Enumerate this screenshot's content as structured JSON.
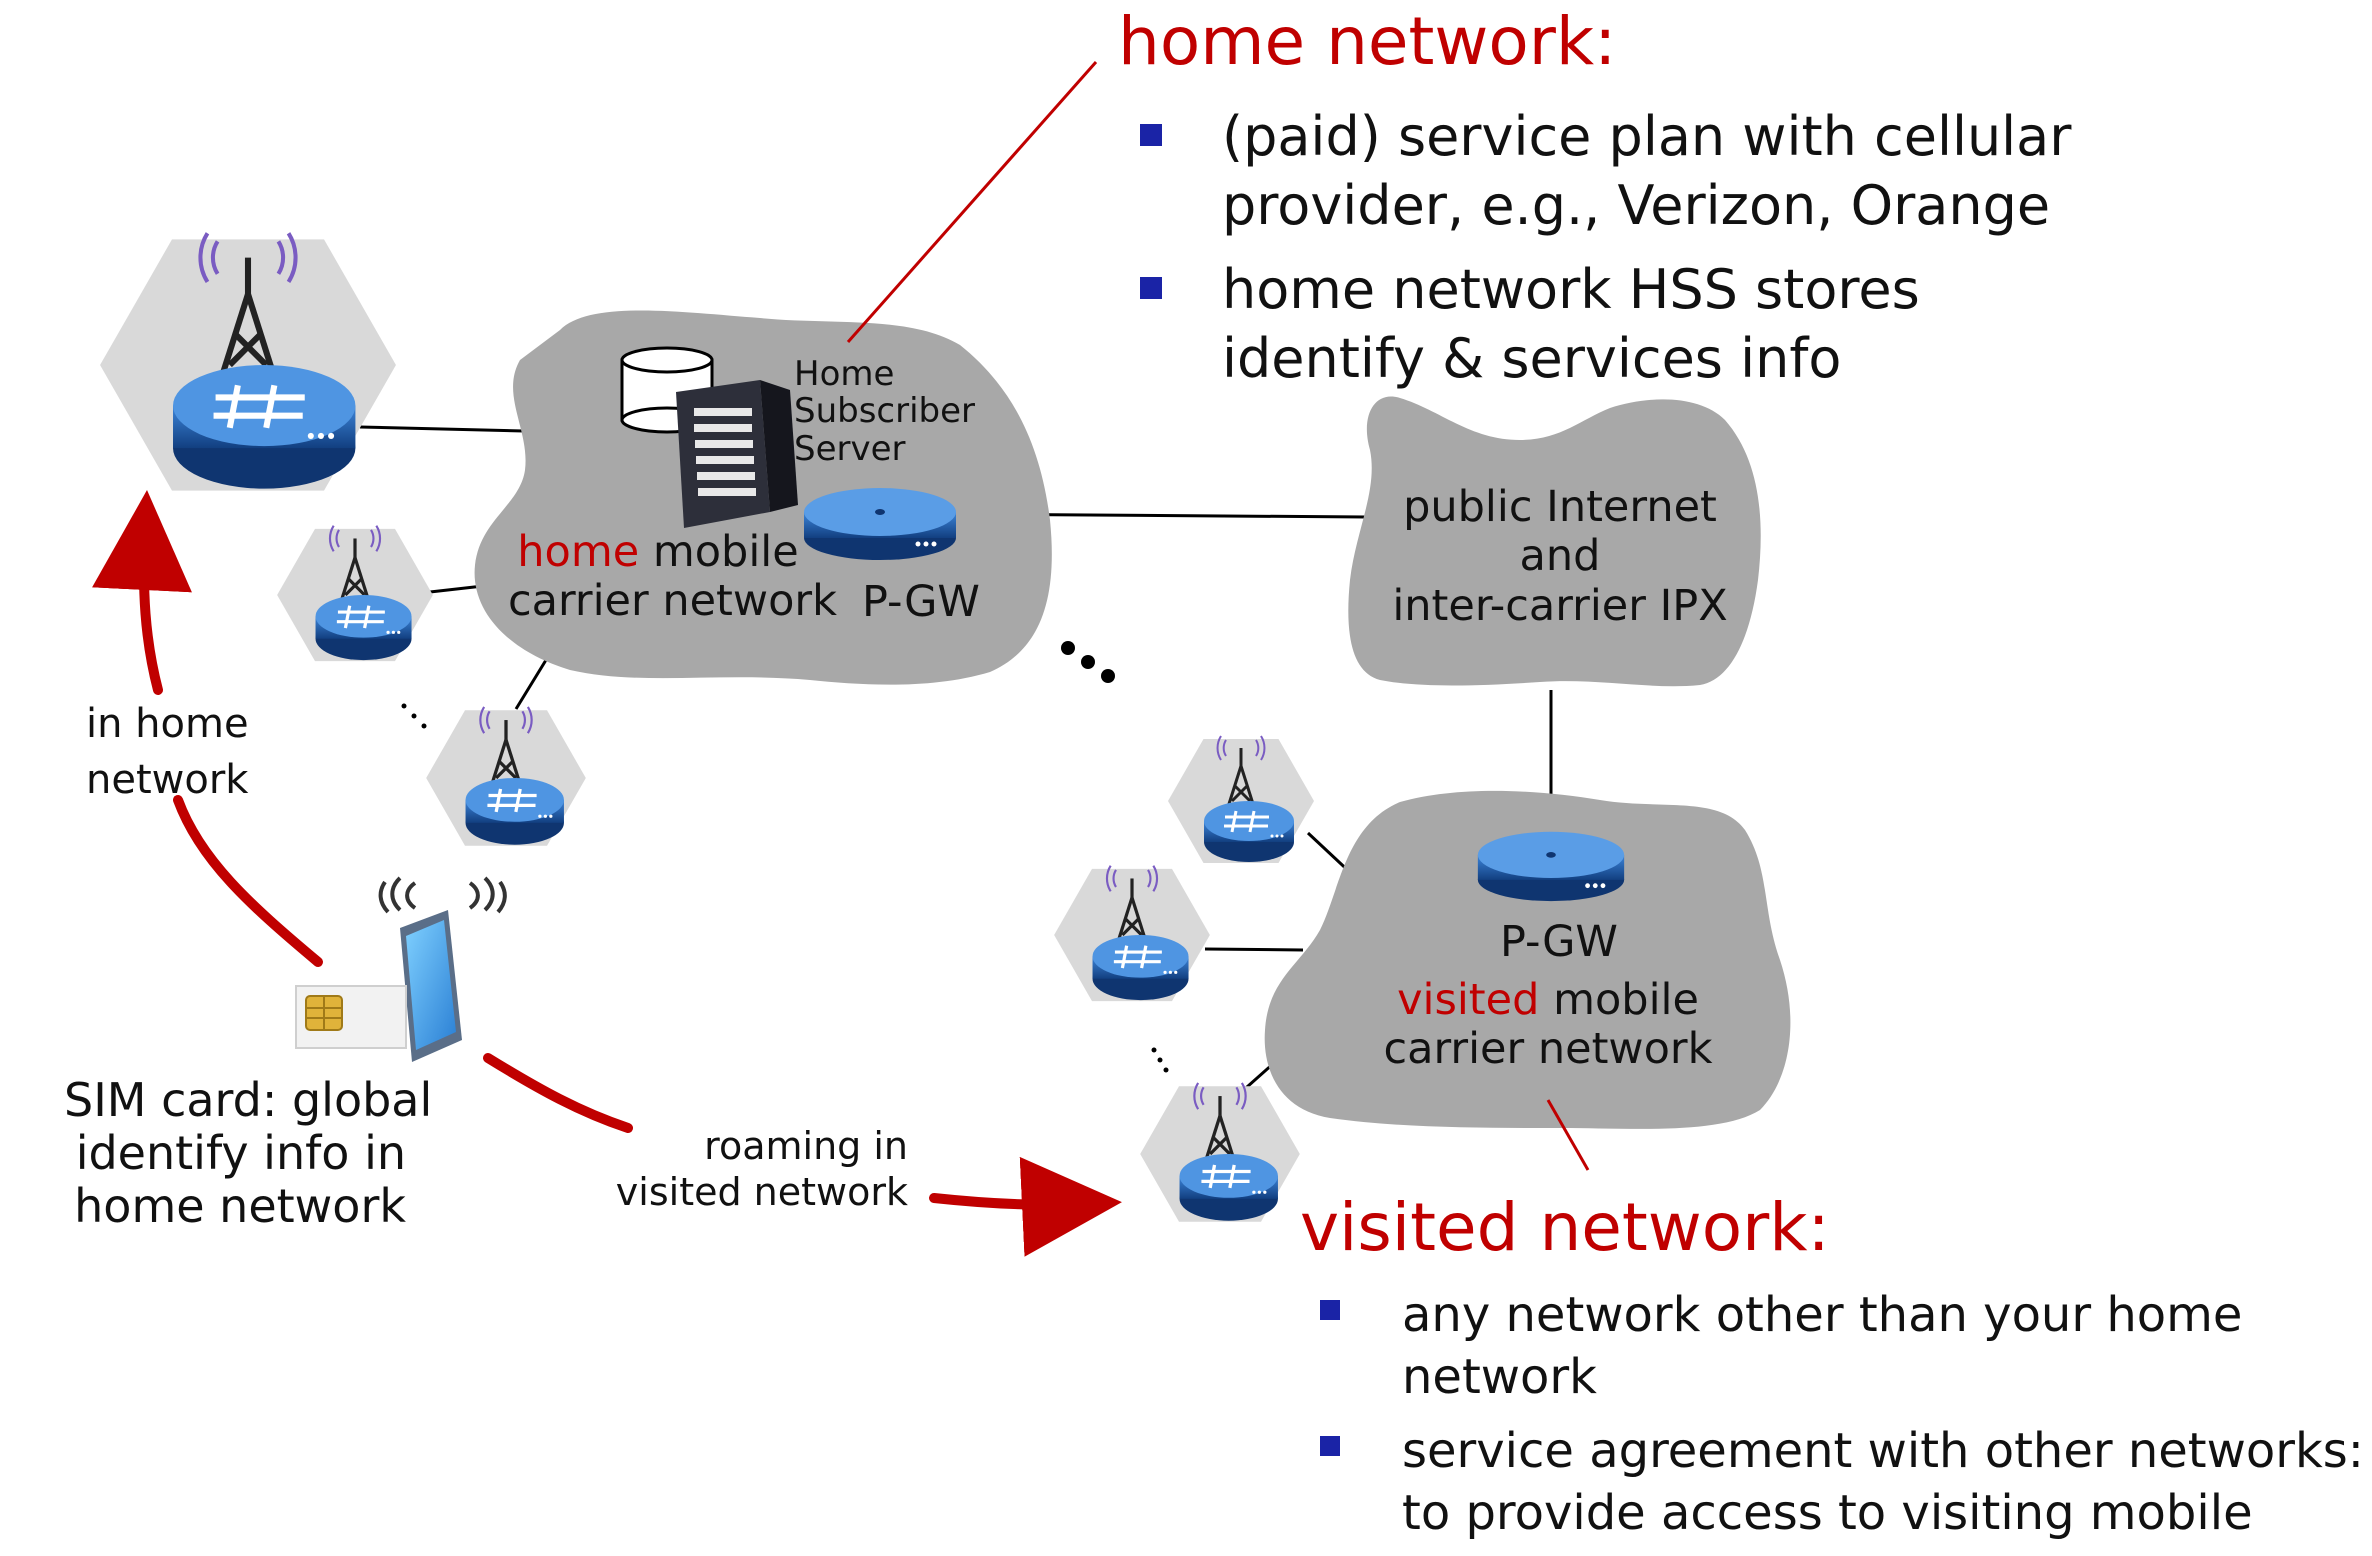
{
  "home_heading": "home network:",
  "home_bullets": [
    {
      "l1": "(paid) service plan with cellular",
      "l2": "provider, e.g., Verizon, Orange"
    },
    {
      "l1": "home network HSS stores",
      "l2": "identify & services info"
    }
  ],
  "visited_heading": "visited network:",
  "visited_bullets": [
    {
      "l1": "any network other than your home",
      "l2": "network"
    },
    {
      "l1": "service agreement with other networks:",
      "l2": "to provide access to visiting mobile"
    }
  ],
  "hss": {
    "l1": "Home",
    "l2": "Subscriber",
    "l3": "Server"
  },
  "home_cloud": {
    "word": "home",
    "rest": " mobile",
    "l2": "carrier network"
  },
  "pgw_home": "P-GW",
  "pgw_visited": "P-GW",
  "visited_cloud": {
    "word": "visited",
    "rest": " mobile",
    "l2": "carrier network"
  },
  "internet_cloud": {
    "l1": "public Internet",
    "l2": "and",
    "l3": "inter-carrier IPX"
  },
  "in_home": {
    "l1": "in home",
    "l2": "network"
  },
  "sim": {
    "l1": "SIM card: global",
    "l2": "identify info in",
    "l3": "home network"
  },
  "roaming": {
    "l1": "roaming in",
    "l2": "visited network"
  },
  "colors": {
    "red": "#c00000",
    "bullet": "#1a23a6",
    "cloud": "#9e9e9e",
    "hex": "#d9d9d9",
    "router": "#1f5fb0"
  },
  "icons": [
    "cell-tower-icon",
    "base-station-router-icon",
    "server-rack-icon",
    "database-icon",
    "gateway-router-icon",
    "smartphone-icon",
    "sim-card-icon"
  ]
}
